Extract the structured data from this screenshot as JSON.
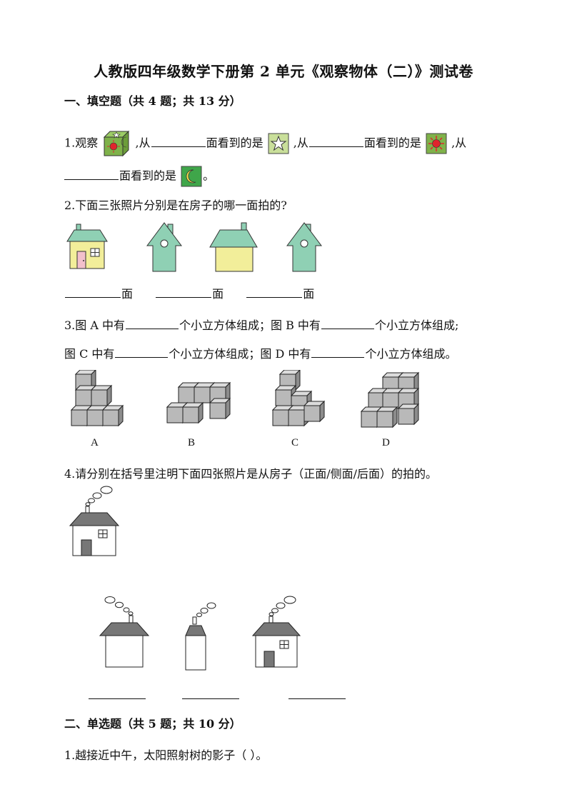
{
  "title": "人教版四年级数学下册第 2 单元《观察物体（二）》测试卷",
  "section1": {
    "heading": "一、填空题（共 4 题；共 13 分）",
    "q1": {
      "prefix": "1.观察",
      "from1": ",从",
      "see1": "面看到的是",
      "from2": ",从",
      "see2": "面看到的是",
      "from3": ",从",
      "see3": "面看到的是",
      "end": "。"
    },
    "q2": {
      "text": "2.下面三张照片分别是在房子的哪一面拍的?",
      "face": "面"
    },
    "q3": {
      "line1_a": "3.图 A 中有",
      "line1_b": "个小立方体组成；图 B 中有",
      "line1_c": "个小立方体组成;",
      "line2_a": "图 C 中有",
      "line2_b": "个小立方体组成；图 D 中有",
      "line2_c": "个小立方体组成。",
      "labels": [
        "A",
        "B",
        "C",
        "D"
      ]
    },
    "q4": {
      "text": "4.请分别在括号里注明下面四张照片是从房子（正面/侧面/后面）的拍的。"
    }
  },
  "section2": {
    "heading": "二、单选题（共 5 题；共 10 分）",
    "q1": "1.越接近中午，太阳照射树的影子（    ）。"
  },
  "colors": {
    "cube_green": "#7fb24a",
    "star_face": "#c9df9a",
    "moon_face": "#3fa64a",
    "house_teal": "#8fd0b4",
    "house_yellow": "#f2ee9a",
    "door_pink": "#f2c0cc",
    "cube_gray": "#b9b9b9"
  }
}
